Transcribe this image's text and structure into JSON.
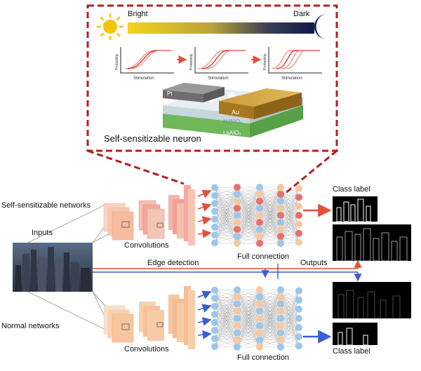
{
  "inset": {
    "bright_label": "Bright",
    "dark_label": "Dark",
    "plot_xlabel": "Stimulation",
    "plot_ylabel": "Probability",
    "device_title": "Self-sensitizable neuron",
    "layers": {
      "pt": "Pt",
      "au": "Au",
      "ndnio3": "NdNiO₃",
      "laalo3": "LaAlO₃"
    },
    "colors": {
      "frame": "#b0201e",
      "gradient_start": "#f0d21a",
      "gradient_end": "#0d1a4a",
      "curve": "#d93a2b"
    }
  },
  "network": {
    "self_sensitizable_label": "Self-sensitizable networks",
    "inputs_label": "Inputs",
    "convolutions_top": "Convolutions",
    "full_connection_top": "Full connection",
    "edge_detection_label": "Edge detection",
    "outputs_label": "Outputs",
    "normal_networks_label": "Normal networks",
    "convolutions_bottom": "Convolutions",
    "full_connection_bottom": "Full connection",
    "class_label_top": "Class label",
    "class_label_bottom": "Class label",
    "colors": {
      "top_arrow": "#e0503a",
      "bottom_arrow": "#3a5fcf",
      "conv_top": "#f7b49a",
      "conv_bottom": "#f7c9a0",
      "node_blue": "#9cc6ea",
      "node_peach": "#f7c8a0",
      "node_red": "#e8706a"
    }
  }
}
